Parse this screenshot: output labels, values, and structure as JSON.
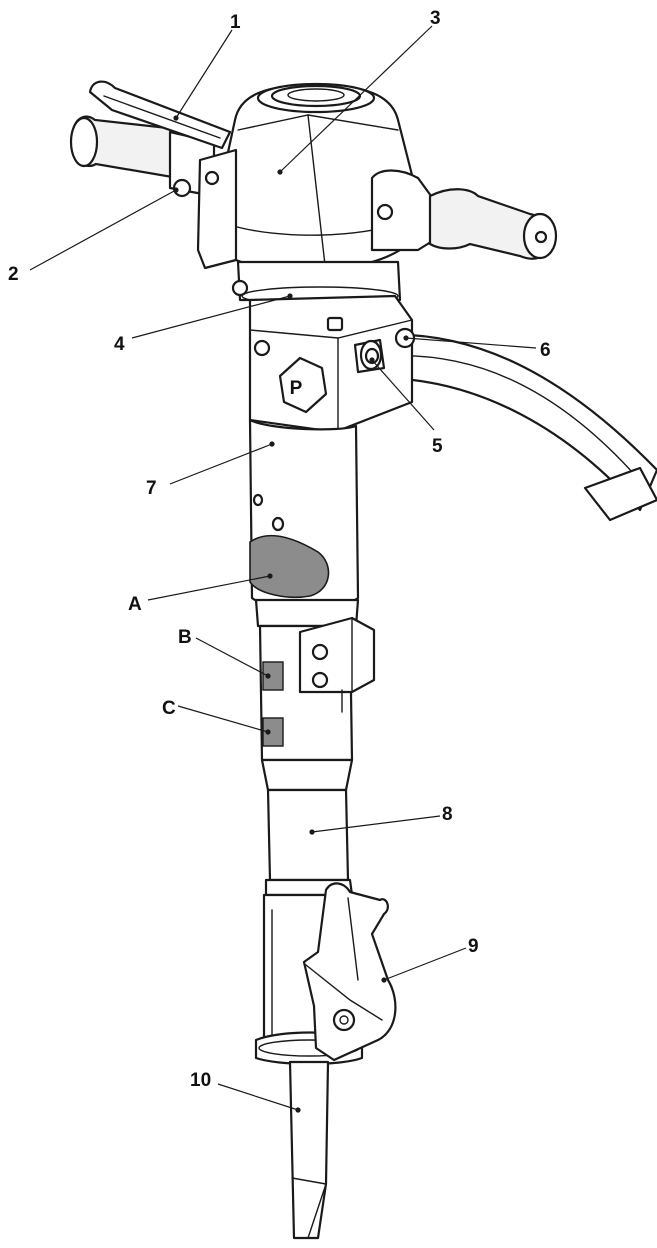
{
  "callouts": [
    "1",
    "2",
    "3",
    "4",
    "5",
    "6",
    "7",
    "8",
    "9",
    "10",
    "A",
    "B",
    "C"
  ],
  "plug_letter": "P",
  "colors": {
    "line": "#1a1a1a",
    "marking_gray": "#8c8c8c",
    "background": "#ffffff"
  }
}
